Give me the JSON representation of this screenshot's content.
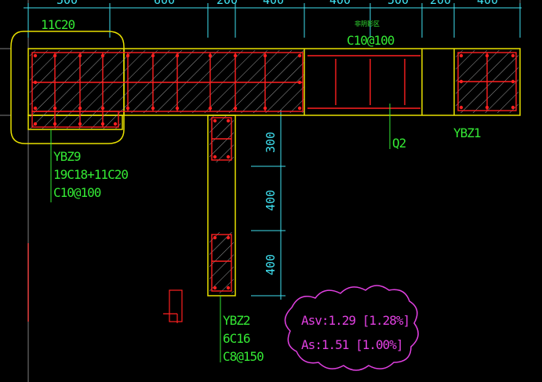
{
  "colors": {
    "background": "#000000",
    "dimension": "#3fe0f0",
    "wall_outline": "#e8e000",
    "rebar": "#ff2020",
    "label": "#34e834",
    "cloud": "#e040e0",
    "hatch": "#9a9a9a",
    "grid_line": "#808080"
  },
  "top_dimensions": [
    "500",
    "600",
    "200",
    "400",
    "400",
    "500",
    "200",
    "400"
  ],
  "side_dimensions": [
    "300",
    "400",
    "400"
  ],
  "labels": {
    "top_left_rebar": "11C20",
    "top_mid_small": "非阴影区",
    "top_mid_stirrup": "C10@100",
    "wall_q2": "Q2",
    "ybz1": "YBZ1",
    "ybz9_name": "YBZ9",
    "ybz9_long_rebar": "19C18+11C20",
    "ybz9_stirrup": "C10@100",
    "ybz2_name": "YBZ2",
    "ybz2_long_rebar": "6C16",
    "ybz2_stirrup": "C8@150"
  },
  "ratio_cloud": {
    "asv": "Asv:1.29 [1.28%]",
    "as": "As:1.51 [1.00%]"
  }
}
